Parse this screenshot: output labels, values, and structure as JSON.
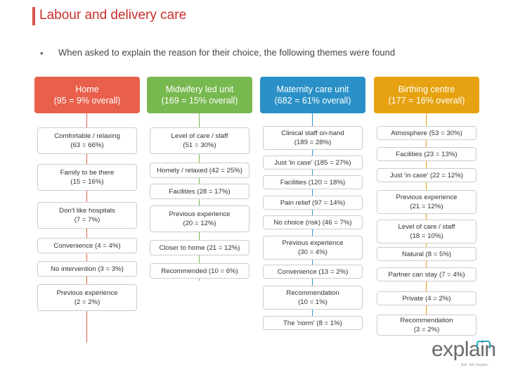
{
  "title": "Labour and delivery care",
  "bullet": "•",
  "subtitle": "When asked to explain the reason for their choice, the following themes were found",
  "colors": {
    "home": "#e8604c",
    "midwifery": "#77b84f",
    "maternity": "#2a90c7",
    "birthing": "#e6a210"
  },
  "columns": [
    {
      "name": "Home",
      "total": "(95 = 9% overall)",
      "color": "#e8604c",
      "items": [
        "Comfortable / relaxing (63 = 66%)",
        "Family to be there (15 = 16%)",
        "Don't like hospitals (7 = 7%)",
        "Convenience (4 = 4%)",
        "No intervention (3 = 3%)",
        "Previous experience (2 = 2%)"
      ]
    },
    {
      "name": "Midwifery led unit",
      "total": "(169 = 15% overall)",
      "color": "#77b84f",
      "items": [
        "Level of care / staff (51 = 30%)",
        "Homely / relaxed (42 = 25%)",
        "Facilities (28 = 17%)",
        "Previous experience (20 = 12%)",
        "Closer to home (21 = 12%)",
        "Recommended (10 = 6%)"
      ]
    },
    {
      "name": "Maternity care unit",
      "total": "(682 = 61% overall)",
      "color": "#2a90c7",
      "items": [
        "Clinical staff on-hand (189 = 28%)",
        "Just 'in case' (185 = 27%)",
        "Facilities (120 = 18%)",
        "Pain relief (97 = 14%)",
        "No choice (risk) (46 = 7%)",
        "Previous experience (30 = 4%)",
        "Convenience (13 = 2%)",
        "Recommendation (10 = 1%)",
        "The 'norm' (8 = 1%)"
      ]
    },
    {
      "name": "Birthing centre",
      "total": "(177 = 16% overall)",
      "color": "#e6a210",
      "items": [
        "Atmosphere (53 = 30%)",
        "Facilities (23 = 13%)",
        "Just 'in case' (22 = 12%)",
        "Previous experience (21 = 12%)",
        "Level of care / staff (18 = 10%)",
        "Natural (8 = 5%)",
        "Partner can stay (7 = 4%)",
        "Private (4 = 2%)",
        "Recommendation (3 = 2%)"
      ]
    }
  ],
  "logo": {
    "text": "explain",
    "tagline": "Ask. Tell. Explain."
  }
}
